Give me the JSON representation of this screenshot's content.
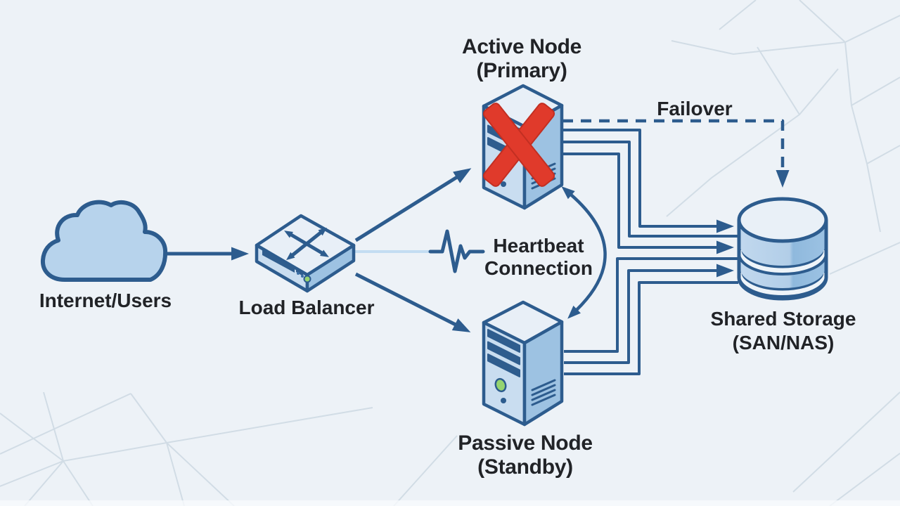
{
  "diagram_labels": {
    "internet": "Internet/Users",
    "load_balancer": "Load Balancer",
    "active_node_line1": "Active Node",
    "active_node_line2": "(Primary)",
    "passive_node_line1": "Passive Node",
    "passive_node_line2": "(Standby)",
    "shared_storage_line1": "Shared Storage",
    "shared_storage_line2": "(SAN/NAS)",
    "failover": "Failover",
    "heartbeat_line1": "Heartbeat",
    "heartbeat_line2": "Connection"
  },
  "icons": {
    "internet": "cloud-icon",
    "load_balancer": "network-switch-icon",
    "active_node": "server-tower-icon",
    "active_node_status": "red-x-failure-icon",
    "passive_node": "server-tower-icon",
    "shared_storage": "database-cylinder-icon",
    "heartbeat": "ecg-waveform-icon"
  },
  "colors": {
    "background": "#edf2f7",
    "line": "#2d5c8e",
    "node_fill_front": "#c9ddf0",
    "node_fill_side": "#9dc2e2",
    "node_fill_top": "#e8eff7",
    "cloud_fill": "#b7d3ec",
    "failure_red": "#e03a2b",
    "failure_red_edge": "#c22f22",
    "led_green": "#95d470",
    "text": "#212327",
    "heartbeat_light_line": "#c3ddf2",
    "background_pattern": "#cdd9e3"
  },
  "connection_styles": {
    "failover": "dashed-arrow",
    "heartbeat": "curved-double-arrow",
    "storage_links": "right-angle-arrows"
  }
}
